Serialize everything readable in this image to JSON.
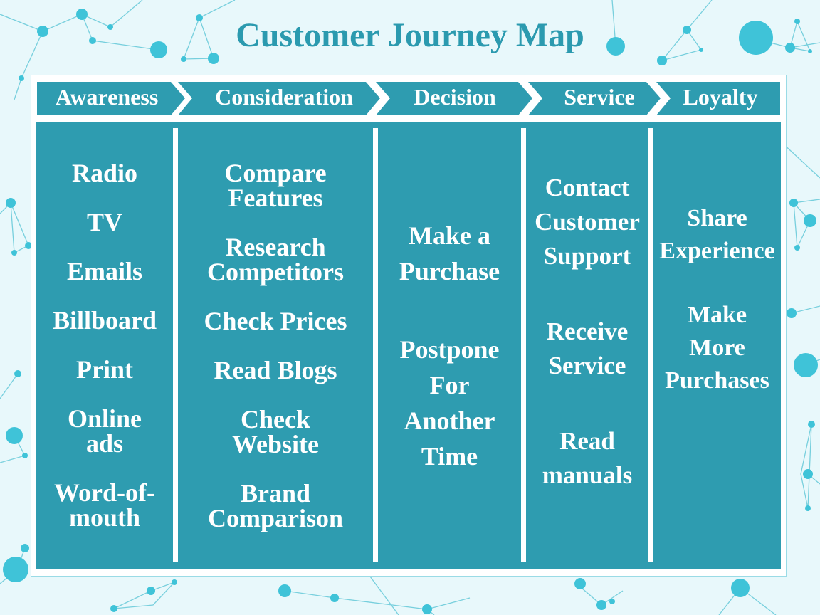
{
  "title": "Customer Journey Map",
  "colors": {
    "background": "#e8f8fb",
    "accent": "#2e9cb0",
    "title": "#2b9aaf",
    "text_on_accent": "#ffffff",
    "network_node": "#3fc3d8"
  },
  "stages": [
    {
      "label": "Awareness",
      "items": [
        "Radio",
        "TV",
        "Emails",
        "Billboard",
        "Print",
        "Online ads",
        "Word-of-mouth"
      ]
    },
    {
      "label": "Consideration",
      "items": [
        "Compare Features",
        "Research Competitors",
        "Check Prices",
        "Read Blogs",
        "Check Website",
        "Brand Comparison"
      ]
    },
    {
      "label": "Decision",
      "items": [
        "Make a Purchase",
        "Postpone For Another Time"
      ]
    },
    {
      "label": "Service",
      "items": [
        "Contact Customer Support",
        "Receive Service",
        "Read manuals"
      ]
    },
    {
      "label": "Loyalty",
      "items": [
        "Share Experience",
        "Make More Purchases"
      ]
    }
  ]
}
